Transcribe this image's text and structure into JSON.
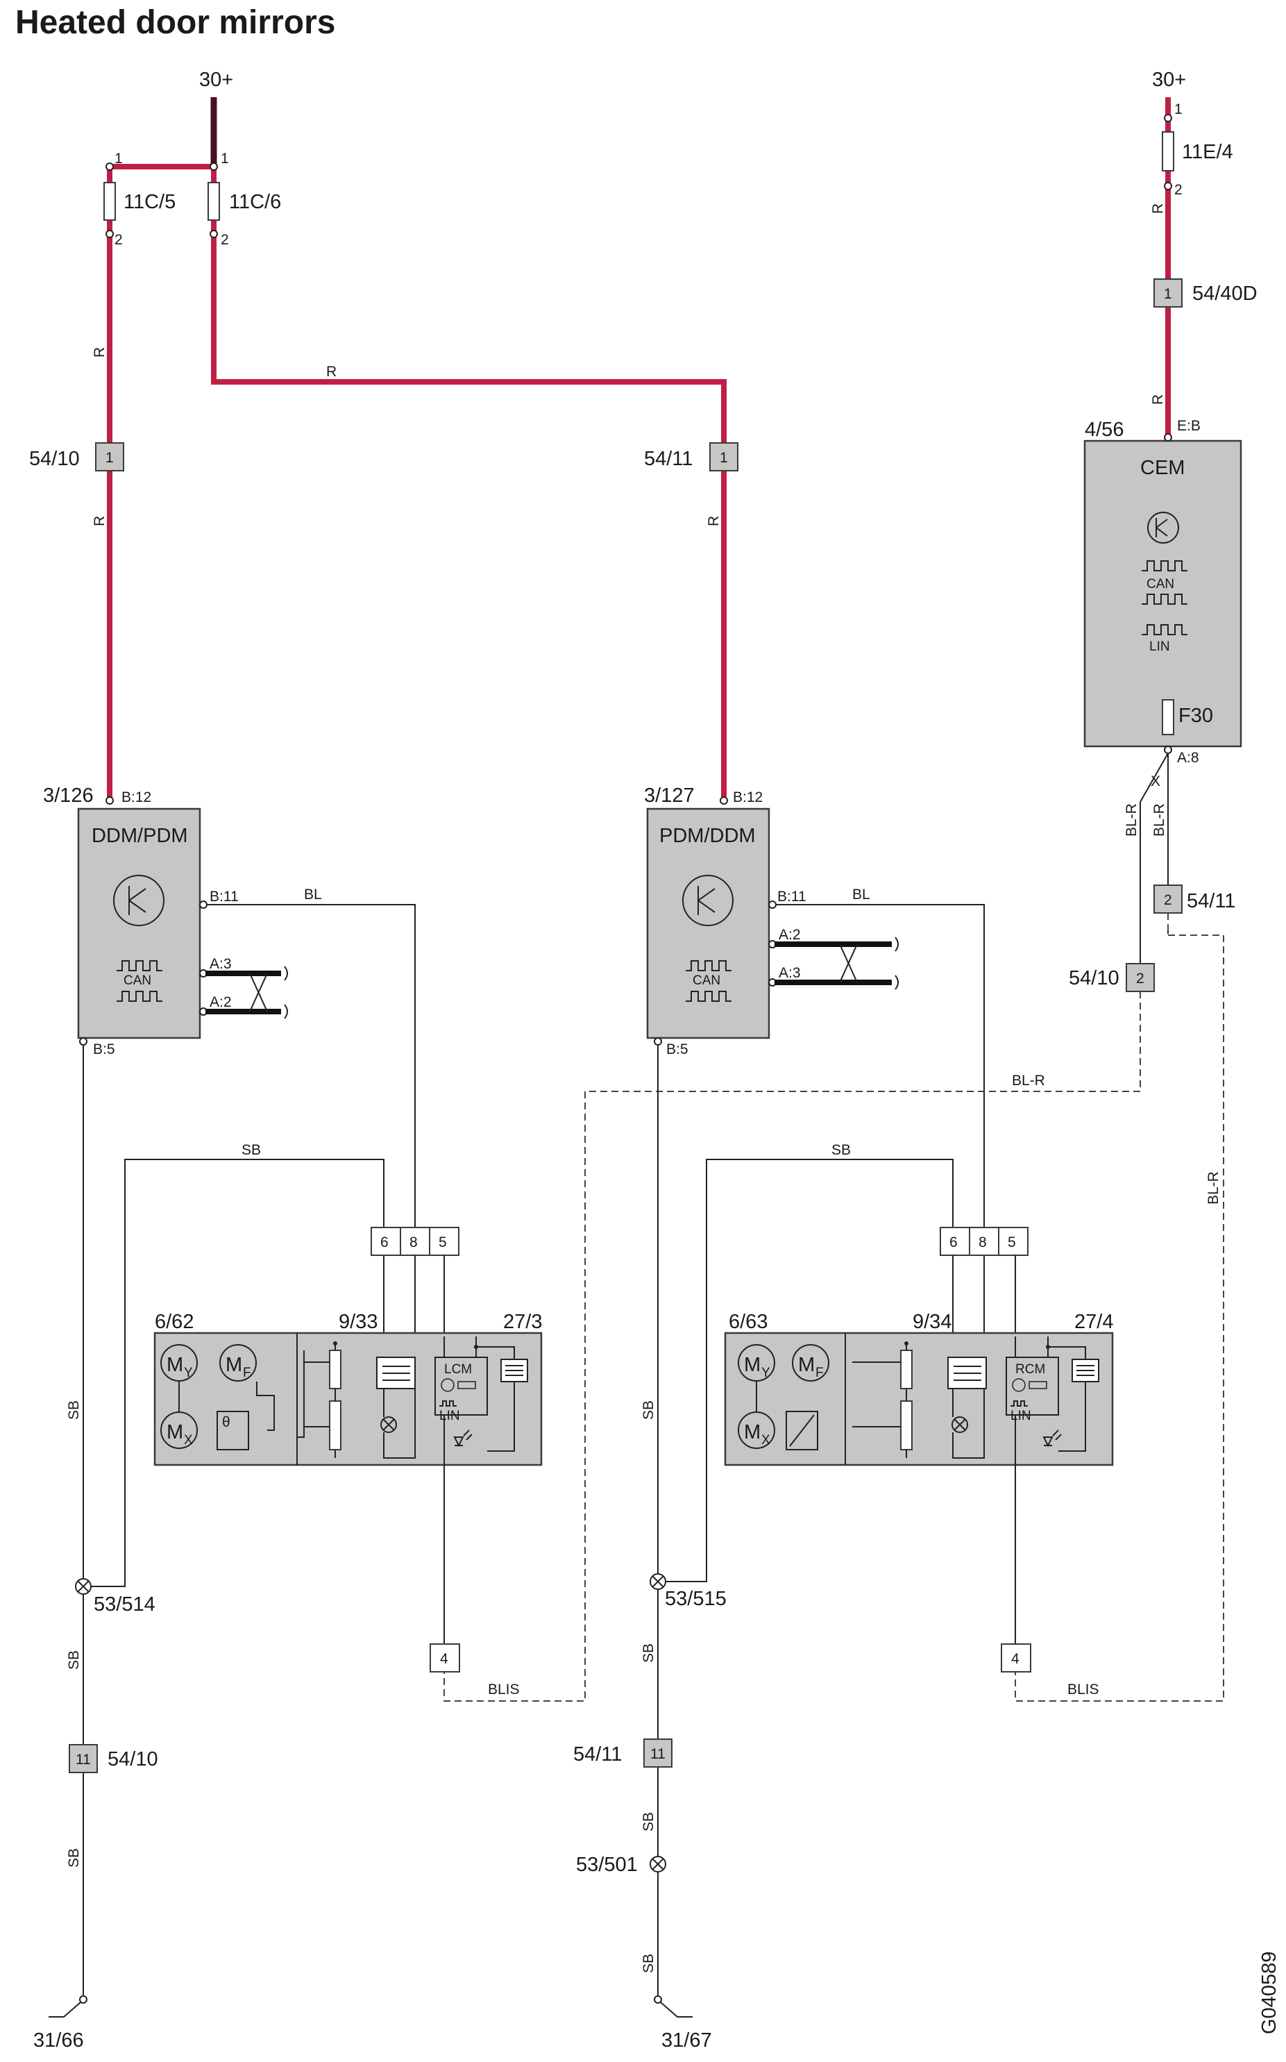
{
  "title": "Heated door mirrors",
  "drawing_id": "G040589",
  "supply": {
    "left": "30+",
    "right": "30+"
  },
  "fuses": {
    "f_11c5": "11C/5",
    "f_11c6": "11C/6",
    "f_11e4": "11E/4",
    "f_30": "F30"
  },
  "connectors": {
    "c5410": "54/10",
    "c5411": "54/11",
    "c5440d": "54/40D",
    "pin_1": "1",
    "pin_2": "2",
    "pin_4": "4",
    "pin_5": "5",
    "pin_6": "6",
    "pin_8": "8",
    "pin_11": "11"
  },
  "modules": {
    "ddm_ref": "3/126",
    "ddm_name": "DDM/PDM",
    "pdm_ref": "3/127",
    "pdm_name": "PDM/DDM",
    "cem_ref": "4/56",
    "cem_name": "CEM",
    "can": "CAN",
    "lin": "LIN",
    "lcm": "LCM",
    "rcm": "RCM"
  },
  "mirrors": {
    "left_motor_ref": "6/62",
    "right_motor_ref": "6/63",
    "left_heater_ref": "9/33",
    "right_heater_ref": "9/34",
    "left_blis_ref": "27/3",
    "right_blis_ref": "27/4",
    "motor_y": "M",
    "sub_y": "Y",
    "sub_f": "F",
    "sub_x": "X",
    "theta": "θ"
  },
  "terminals": {
    "b12": "B:12",
    "b11": "B:11",
    "b5": "B:5",
    "a2": "A:2",
    "a3": "A:3",
    "a8": "A:8",
    "eb": "E:B",
    "x": "X"
  },
  "wire_colors": {
    "r": "R",
    "bl": "BL",
    "sb": "SB",
    "blr": "BL-R",
    "blis": "BLIS"
  },
  "splices": {
    "s514": "53/514",
    "s515": "53/515",
    "s501": "53/501"
  },
  "grounds": {
    "g3166": "31/66",
    "g3167": "31/67"
  },
  "colors": {
    "power_wire": "#c01f45",
    "module_fill": "#c6c6c6"
  }
}
